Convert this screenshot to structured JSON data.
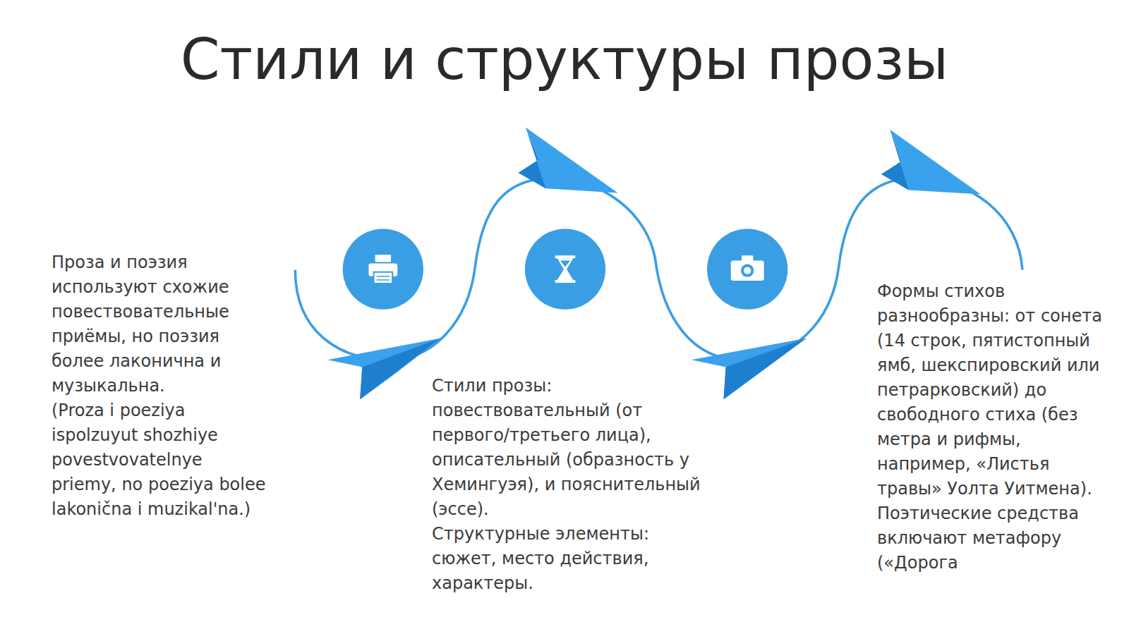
{
  "diagram": {
    "title": "Стили и структуры прозы",
    "labels": [
      "Проза и поэзия используют схожие повествовательные приёмы, но поэзия более лаконична и музыкальна.",
      "(Proza i poeziya ispolzuyut shozhiye povestvovatelnye priemy, no poeziya bolee lakonična i muzikal'na.)",
      "Стили прозы: повествовательный (от первого/третьего лица), описательный (образность у Хемингуэя), и пояснительный (эссе).",
      "Структурные элементы: сюжет, место действия, характеры.",
      "Формы стихов разнообразны: от сонета (14 строк, пятистопный ямб, шекспировский или петрарковский) до свободного стиха (без метра и рифмы, например, «Листья травы» Уолта Уитмена).",
      "Поэтические средства включают метафору («Дорога"
    ]
  }
}
